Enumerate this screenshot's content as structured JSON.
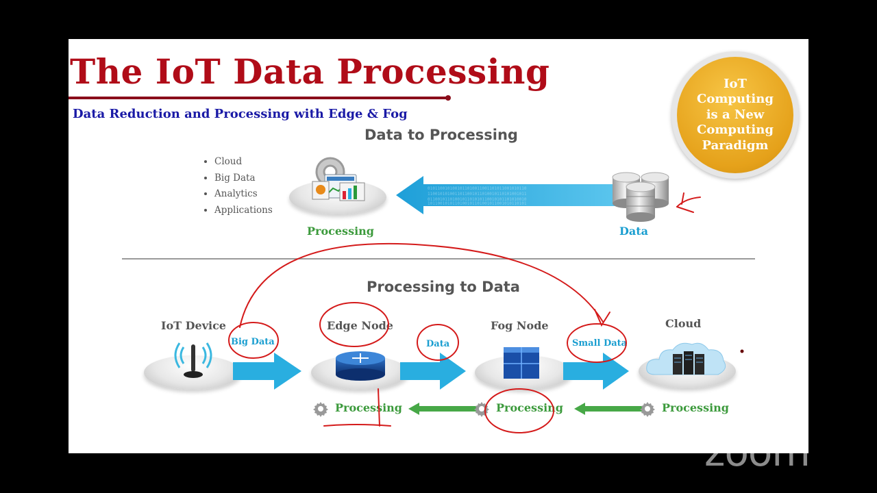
{
  "slide": {
    "title": "The IoT Data Processing",
    "subtitle": "Data Reduction and Processing with Edge & Fog",
    "badge_text": "IoT Computing is a New Computing Paradigm",
    "top_section": {
      "title": "Data to Processing",
      "bullets": [
        "Cloud",
        "Big Data",
        "Analytics",
        "Applications"
      ],
      "processing_label": "Processing",
      "data_label": "Data"
    },
    "bottom_section": {
      "title": "Processing to Data",
      "nodes": [
        {
          "label": "IoT Device"
        },
        {
          "label": "Edge Node"
        },
        {
          "label": "Fog Node"
        },
        {
          "label": "Cloud"
        }
      ],
      "flow_labels": [
        "Big Data",
        "Data",
        "Small Data"
      ],
      "processing_labels": [
        "Processing",
        "Processing",
        "Processing"
      ]
    }
  },
  "colors": {
    "title": "#b00c18",
    "subtitle": "#1a1aa6",
    "arrow_blue": "#29aee0",
    "processing_green": "#3c9a3c",
    "annotation_red": "#d41a1a",
    "badge_gold": "#e5a11a"
  },
  "watermark": "zoom"
}
